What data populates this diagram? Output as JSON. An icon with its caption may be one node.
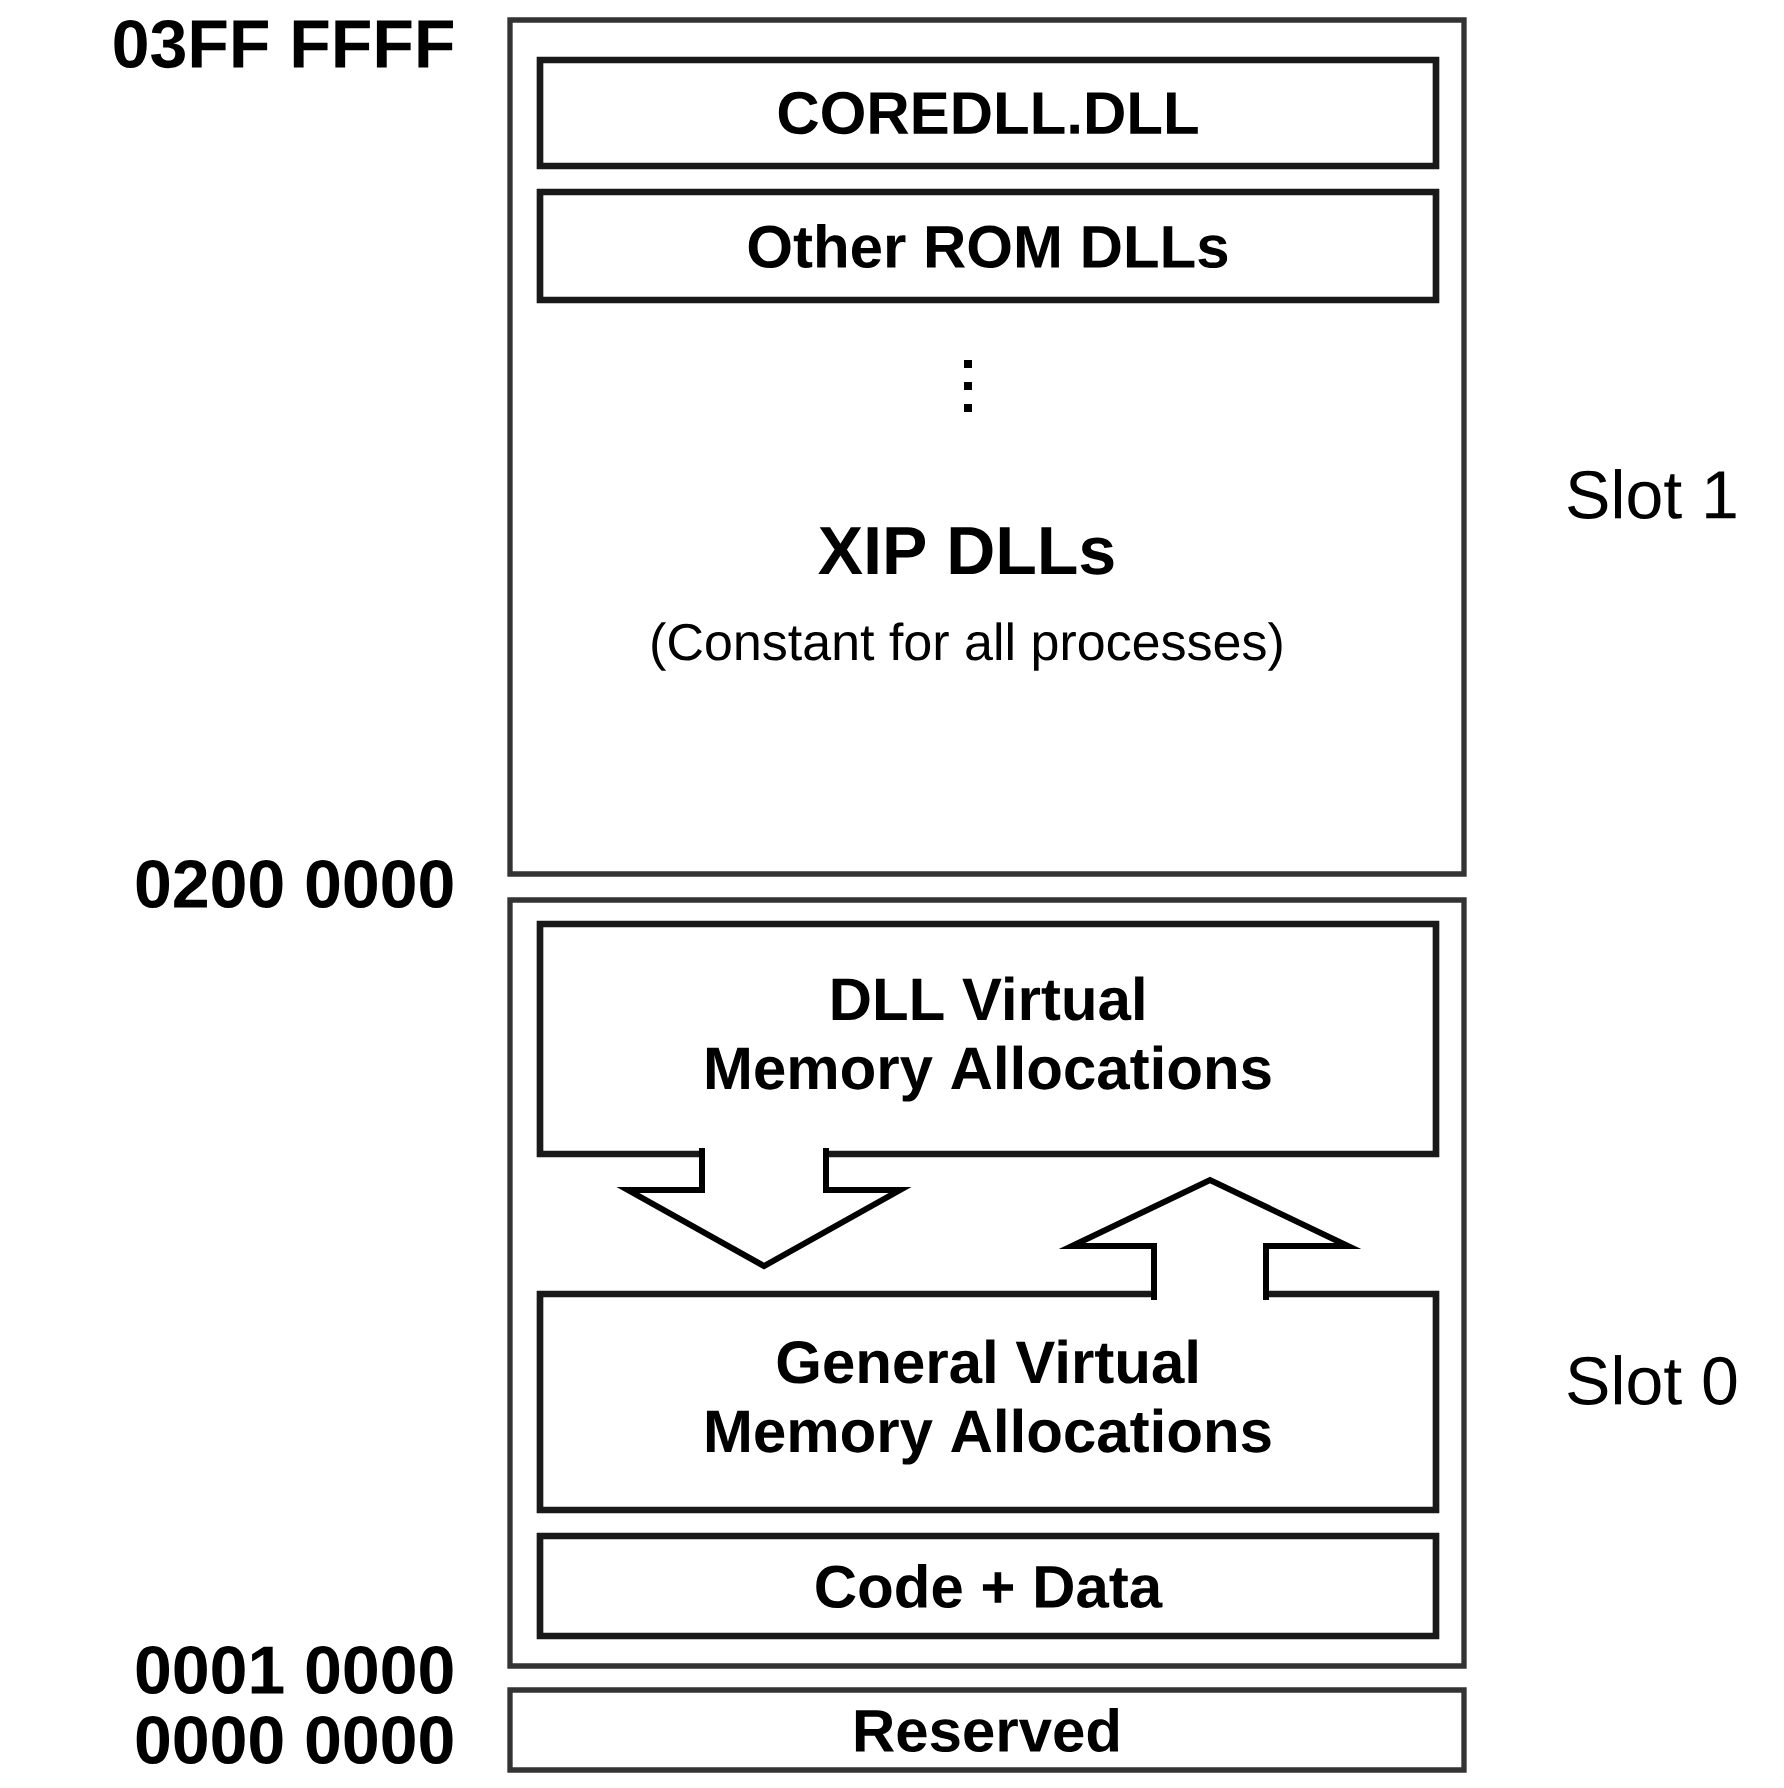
{
  "diagram": {
    "nodes": [
      {
        "text": [
          "XIP DLLs",
          "(Constant for all processes)"
        ],
        "beside": [
          "Slot 1"
        ]
      },
      {
        "text": [
          "COREDLL.DLL"
        ],
        "in": 0
      },
      {
        "text": [
          "Other ROM DLLs"
        ],
        "in": 0
      },
      {
        "text": [],
        "shape": "box",
        "beside": [
          "Slot 0"
        ]
      },
      {
        "text": [
          "DLL Virtual Memory Allocations"
        ],
        "in": 3
      },
      {
        "text": [
          "General Virtual Memory Allocations"
        ],
        "in": 3
      },
      {
        "text": [
          "Code + Data"
        ],
        "in": 3
      },
      {
        "text": [
          "Reserved"
        ]
      }
    ],
    "edges": [
      {
        "from": 4,
        "to": 5,
        "arrow": "to"
      },
      {
        "from": 5,
        "to": 4,
        "arrow": "to"
      }
    ],
    "labels": [
      "03FF FFFF",
      "0200 0000",
      "0001 0000",
      "0000 0000"
    ]
  }
}
